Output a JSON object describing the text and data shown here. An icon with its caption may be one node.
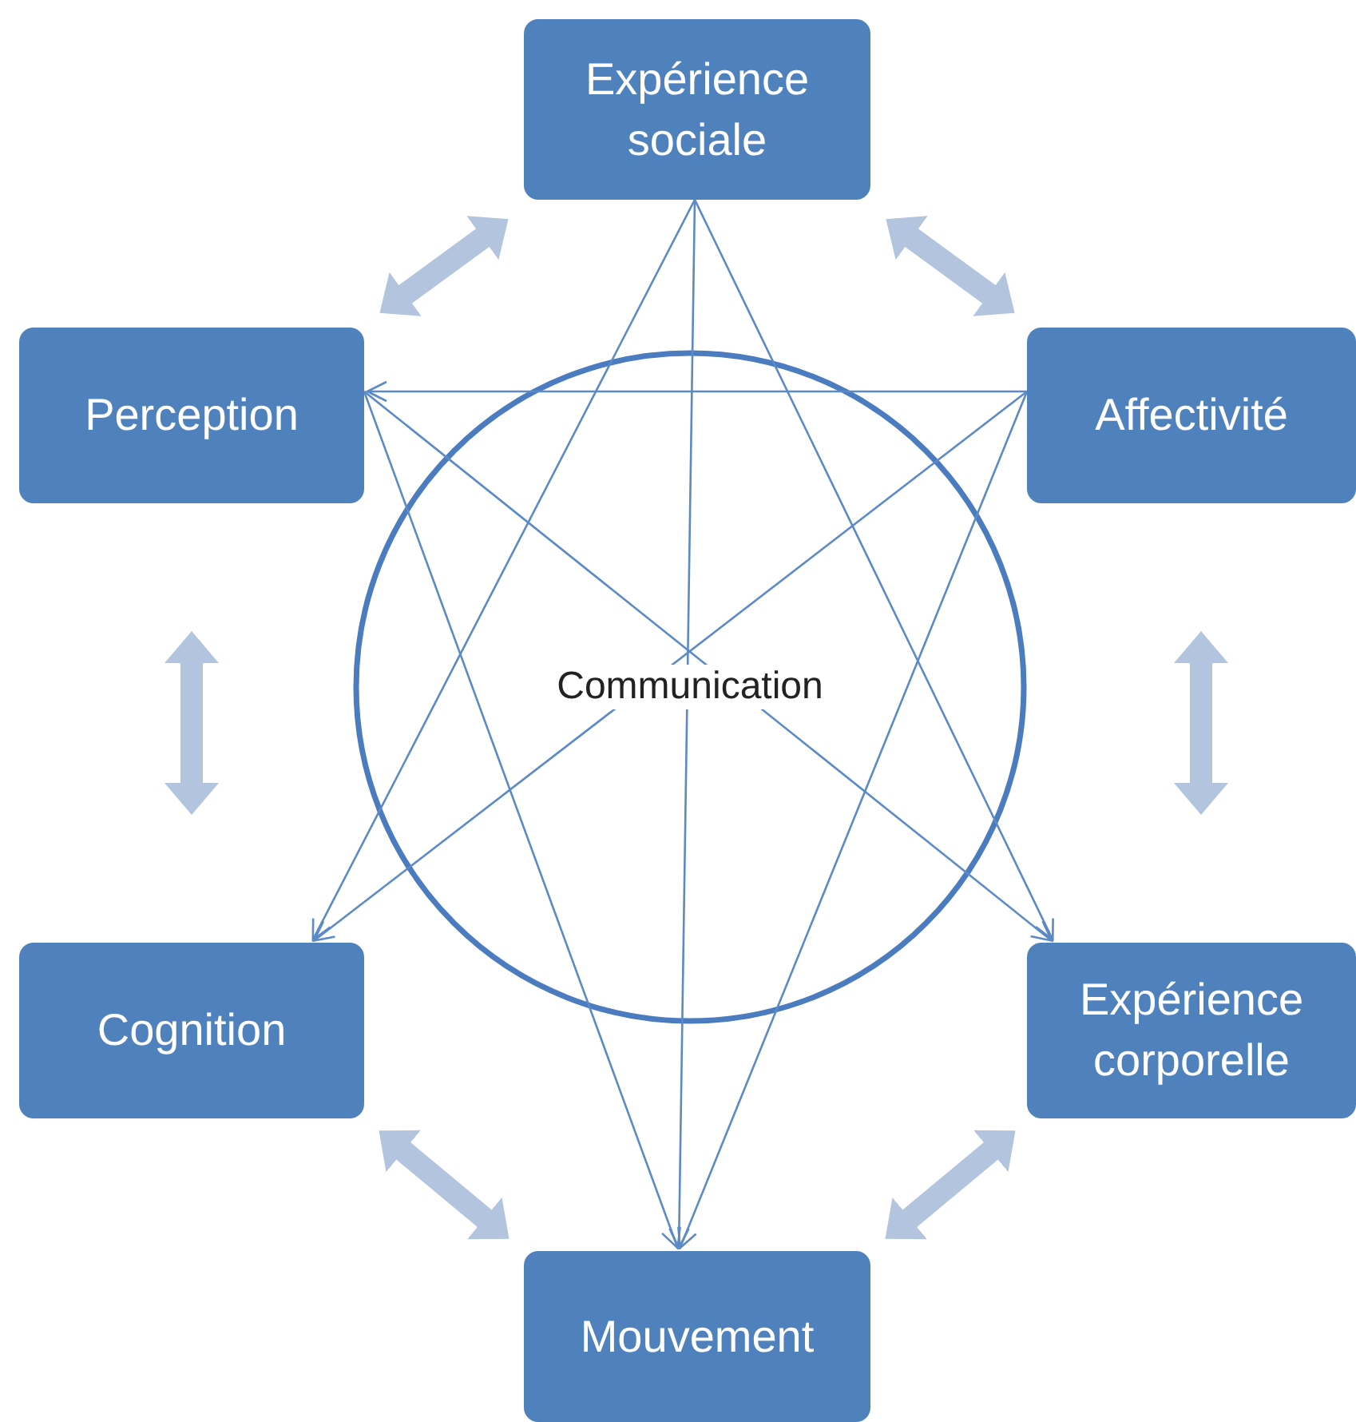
{
  "diagram": {
    "nodes": [
      {
        "text": [
          "Expérience sociale"
        ]
      },
      {
        "text": [
          "Perception"
        ]
      },
      {
        "text": [
          "Affectivité"
        ]
      },
      {
        "text": [
          "Cognition"
        ]
      },
      {
        "text": [
          "Expérience corporelle"
        ]
      },
      {
        "text": [
          "Mouvement"
        ]
      }
    ],
    "labels": [
      "Communication"
    ],
    "edges": [
      {
        "from": 0,
        "to": 3,
        "arrow": "to"
      },
      {
        "from": 0,
        "to": 4,
        "arrow": "to"
      },
      {
        "from": 0,
        "to": 5,
        "arrow": "to"
      },
      {
        "from": 2,
        "to": 1,
        "arrow": "to"
      },
      {
        "from": 1,
        "to": 5,
        "arrow": "to"
      },
      {
        "from": 1,
        "to": 4,
        "arrow": "to"
      },
      {
        "from": 2,
        "to": 3,
        "arrow": "to"
      },
      {
        "from": 2,
        "to": 5,
        "arrow": "to"
      },
      {
        "from": 1,
        "to": 0,
        "arrow": "both",
        "style": "thick",
        "color": "#b3c4de"
      },
      {
        "from": 0,
        "to": 2,
        "arrow": "both",
        "style": "thick",
        "color": "#b3c4de"
      },
      {
        "from": 2,
        "to": 4,
        "arrow": "both",
        "style": "thick",
        "color": "#b3c4de"
      },
      {
        "from": 4,
        "to": 5,
        "arrow": "both",
        "style": "thick",
        "color": "#b3c4de"
      },
      {
        "from": 5,
        "to": 3,
        "arrow": "both",
        "style": "thick",
        "color": "#b3c4de"
      },
      {
        "from": 3,
        "to": 1,
        "arrow": "both",
        "style": "thick",
        "color": "#b3c4de"
      }
    ]
  }
}
